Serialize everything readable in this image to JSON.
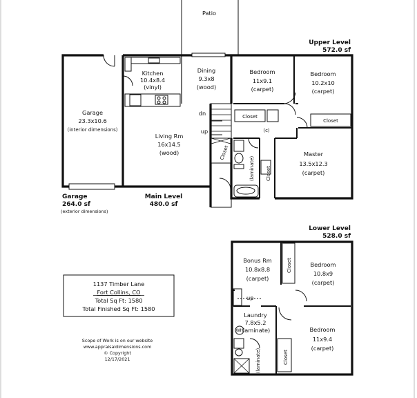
{
  "patio": {
    "label": "Patio"
  },
  "upper_level": {
    "title": "Upper Level",
    "area": "572.0 sf"
  },
  "main_level": {
    "title": "Main Level",
    "area": "480.0 sf"
  },
  "lower_level": {
    "title": "Lower Level",
    "area": "528.0 sf"
  },
  "garage_note": {
    "title": "Garage",
    "area": "264.0 sf",
    "note": "(exterior dimensions)"
  },
  "rooms": {
    "garage": {
      "name": "Garage",
      "dims": "23.3x10.6",
      "note": "(interior dimensions)"
    },
    "kitchen": {
      "name": "Kitchen",
      "dims": "10.4x8.4",
      "floor": "(vinyl)"
    },
    "dining": {
      "name": "Dining",
      "dims": "9.3x8",
      "floor": "(wood)"
    },
    "living": {
      "name": "Living Rm",
      "dims": "16x14.5",
      "floor": "(wood)"
    },
    "bedroom_up_1": {
      "name": "Bedroom",
      "dims": "11x9.1",
      "floor": "(carpet)"
    },
    "bedroom_up_2": {
      "name": "Bedroom",
      "dims": "10.2x10",
      "floor": "(carpet)"
    },
    "master": {
      "name": "Master",
      "dims": "13.5x12.3",
      "floor": "(carpet)"
    },
    "bonus": {
      "name": "Bonus Rm",
      "dims": "10.8x8.8",
      "floor": "(carpet)"
    },
    "bedroom_low_1": {
      "name": "Bedroom",
      "dims": "10.8x9",
      "floor": "(carpet)"
    },
    "laundry": {
      "name": "Laundry",
      "dims": "7.8x5.2",
      "floor": "(laminate)"
    },
    "bedroom_low_2": {
      "name": "Bedroom",
      "dims": "11x9.4",
      "floor": "(carpet)"
    }
  },
  "labels": {
    "closet": "Closet",
    "laminate": "(laminate)",
    "c": "(c)",
    "dn": "dn",
    "up": "up",
    "wh": "WH"
  },
  "info_box": {
    "address": "1137 Timber Lane",
    "city": "Fort Collins, CO",
    "total_sqft": "Total Sq Ft:  1580",
    "total_finished": "Total Finished Sq Ft:  1580"
  },
  "footer": {
    "line1": "Scope of Work is on our website",
    "line2": "www.appraisaldimensions.com",
    "line3": "© Copyright",
    "line4": "12/17/2021"
  }
}
